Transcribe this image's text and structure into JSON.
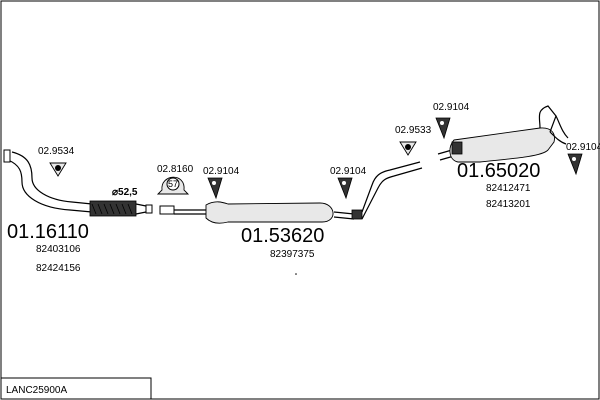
{
  "frame_code": "LANC25900A",
  "groups": [
    {
      "main": "01.16110",
      "subs": [
        "82403106",
        "82424156"
      ]
    },
    {
      "main": "01.53620",
      "subs": [
        "82397375"
      ]
    },
    {
      "main": "01.65020",
      "subs": [
        "82412471",
        "82413201"
      ]
    }
  ],
  "accessories": {
    "a1": "02.9534",
    "a2": "02.8160",
    "a3": "02.9104",
    "a4": "02.9104",
    "a5": "02.9533",
    "a6": "02.9104",
    "a7": "02.9104"
  },
  "annotations": {
    "diameter": "⌀52,5",
    "clamp_size": "57"
  }
}
